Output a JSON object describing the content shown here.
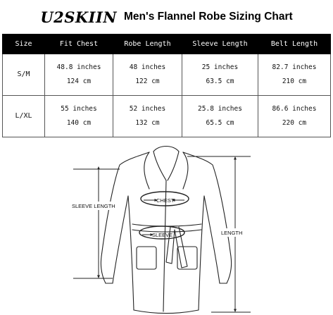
{
  "header": {
    "brand": "U2SKIIN",
    "title": "Men's Flannel Robe Sizing Chart"
  },
  "table": {
    "columns": [
      "Size",
      "Fit Chest",
      "Robe Length",
      "Sleeve Length",
      "Belt Length"
    ],
    "rows": [
      {
        "size": "S/M",
        "fit_chest": {
          "inches": "48.8 inches",
          "cm": "124 cm"
        },
        "robe_length": {
          "inches": "48 inches",
          "cm": "122 cm"
        },
        "sleeve_length": {
          "inches": "25 inches",
          "cm": "63.5 cm"
        },
        "belt_length": {
          "inches": "82.7 inches",
          "cm": "210 cm"
        }
      },
      {
        "size": "L/XL",
        "fit_chest": {
          "inches": "55 inches",
          "cm": "140 cm"
        },
        "robe_length": {
          "inches": "52 inches",
          "cm": "132 cm"
        },
        "sleeve_length": {
          "inches": "25.8 inches",
          "cm": "65.5 cm"
        },
        "belt_length": {
          "inches": "86.6 inches",
          "cm": "220 cm"
        }
      }
    ]
  },
  "diagram": {
    "sleeve_label": "SLEEVE LENGTH",
    "chest_label": "CHEST",
    "sleeve_mark_label": "SLEEVE",
    "length_label": "LENGTH"
  }
}
